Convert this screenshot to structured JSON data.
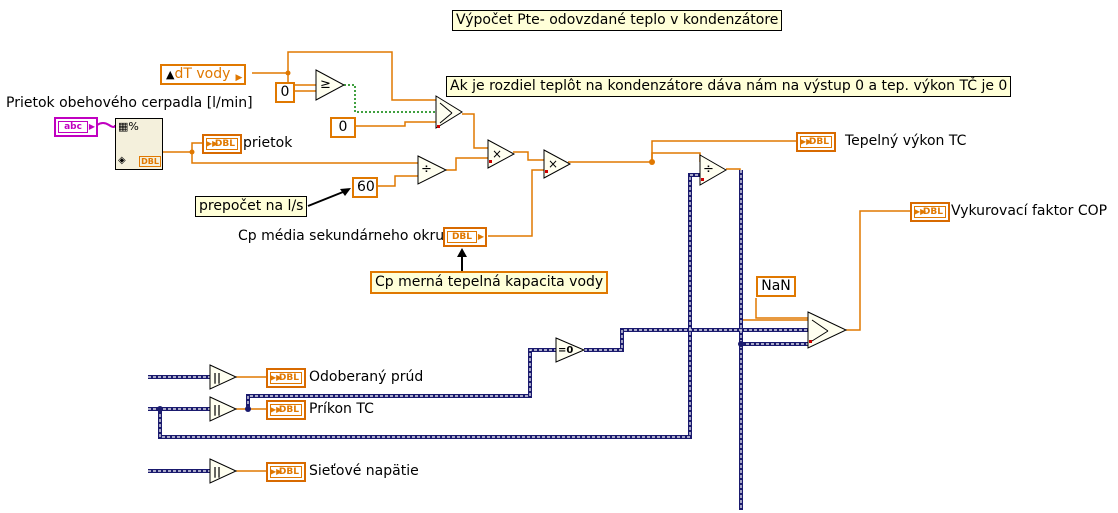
{
  "title_comment": "Výpočet Pte- odovzdané teplo v kondenzátore",
  "condition_comment": "Ak je rozdiel teplôt na kondenzátore dáva nám na výstup 0 a tep. výkon TČ je 0",
  "controls": {
    "dt_vody": "dT vody",
    "prietok_label": "Prietok obehového cerpadla [l/min]",
    "cp_label": "Cp média sekundárneho okruhu"
  },
  "constants": {
    "zero_a": "0",
    "zero_b": "0",
    "sixty": "60",
    "nan": "NaN"
  },
  "notes": {
    "prepocet": "prepočet na l/s",
    "cp_note": "Cp merná tepelná kapacita vody"
  },
  "indicators": {
    "prietok": "prietok",
    "tepelny_vykon": "Tepelný výkon TC",
    "cop": "Vykurovací faktor COP",
    "odoberany_prud": "Odoberaný prúd",
    "prikon": "Príkon TC",
    "napatie": "Sieťové napätie"
  },
  "type_tags": {
    "dbl": "DBL",
    "abc": "abc"
  },
  "node_glyphs": {
    "greater_equal": "≥",
    "divide": "÷",
    "multiply": "×",
    "equals_zero": "=0",
    "unbundle": "||"
  },
  "colors": {
    "numeric_wire": "#e07800",
    "cluster_wire": "#1a1a6e",
    "boolean_wire": "#008000",
    "string_wire": "#c000c0",
    "comment_bg": "#ffffd8"
  }
}
